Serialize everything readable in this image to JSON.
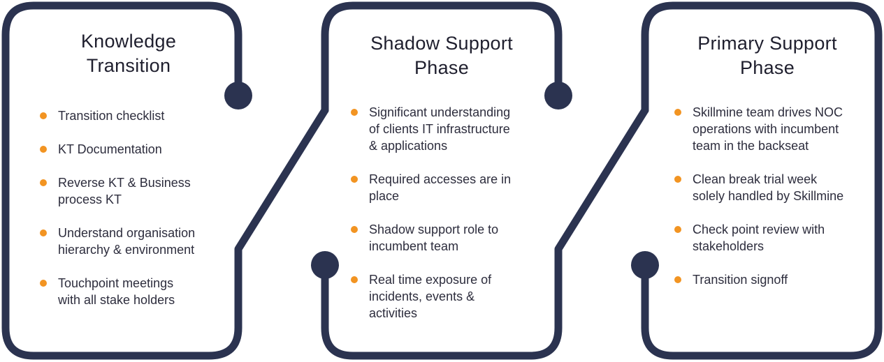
{
  "colors": {
    "frame": "#2b3350",
    "bullet": "#f29422",
    "text": "#2d2d3d"
  },
  "phases": [
    {
      "title_lines": [
        "Knowledge",
        "Transition"
      ],
      "items": [
        [
          "Transition checklist"
        ],
        [
          "KT Documentation"
        ],
        [
          "Reverse KT & Business",
          "process KT"
        ],
        [
          "Understand organisation",
          "hierarchy & environment"
        ],
        [
          "Touchpoint meetings",
          "with all stake holders"
        ]
      ]
    },
    {
      "title_lines": [
        "Shadow Support",
        "Phase"
      ],
      "items": [
        [
          "Significant understanding",
          "of clients IT infrastructure",
          "& applications"
        ],
        [
          "Required accesses are in",
          "place"
        ],
        [
          "Shadow support role to",
          "incumbent team"
        ],
        [
          "Real time exposure of",
          "incidents, events &",
          "activities"
        ]
      ]
    },
    {
      "title_lines": [
        "Primary Support",
        "Phase"
      ],
      "items": [
        [
          "Skillmine team drives NOC",
          "operations with incumbent",
          "team in the backseat"
        ],
        [
          "Clean break trial week",
          "solely handled by Skillmine"
        ],
        [
          "Check point review with",
          "stakeholders"
        ],
        [
          "Transition signoff"
        ]
      ]
    }
  ]
}
